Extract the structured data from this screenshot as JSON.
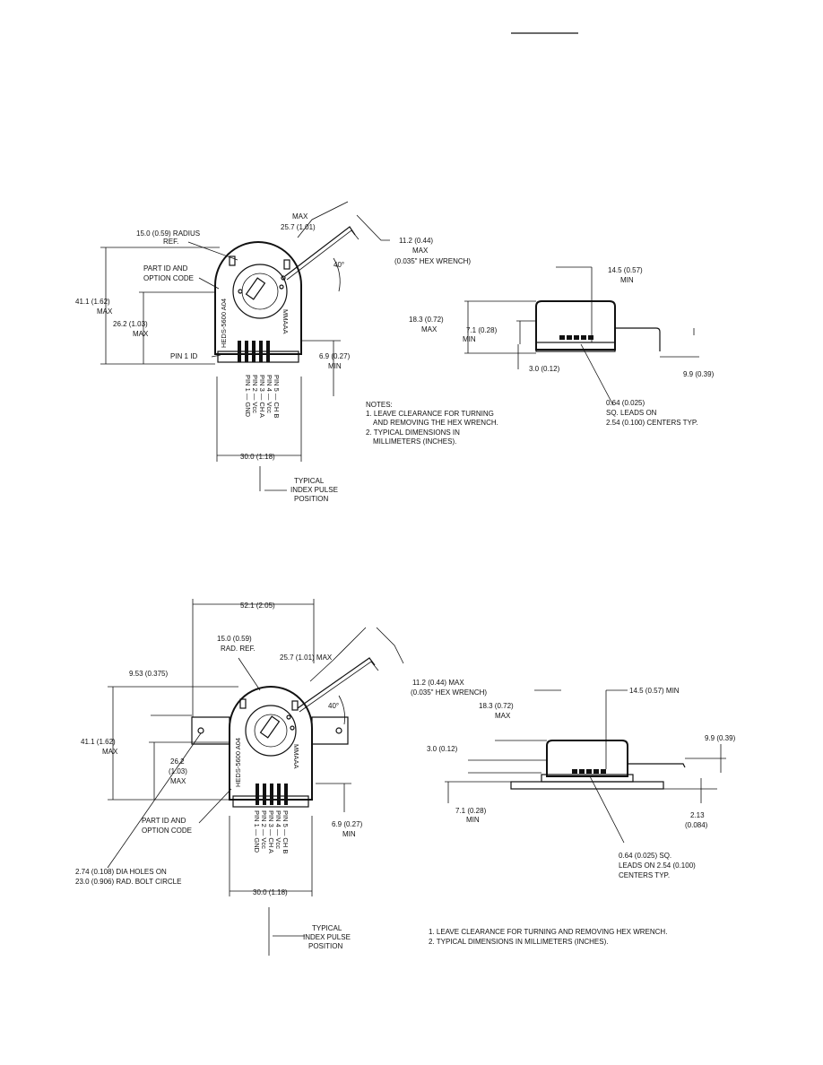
{
  "top": {
    "radius_label": "15.0 (0.59) RADIUS",
    "ref_label": "REF.",
    "part_id_1": "PART ID AND",
    "part_id_2": "OPTION CODE",
    "max_label": "MAX",
    "span_25": "25.7 (1.01)",
    "dim_11_2": "11.2 (0.44)",
    "max_label_2": "MAX",
    "hex_wrench": "(0.035\" HEX WRENCH)",
    "angle": "40°",
    "height_41": "41.1 (1.62)",
    "height_41_max": "MAX",
    "height_26": "26.2 (1.03)",
    "height_26_max": "MAX",
    "pin1_id": "PIN 1 ID",
    "dim_6_9": "6.9 (0.27)",
    "dim_6_9_min": "MIN",
    "body_marking": "HEDS-5600 A04",
    "body_marking_2": "MMAAA",
    "pin_lines": [
      "PIN 5 — CH B",
      "PIN 4 — Vcc",
      "PIN 3 — CH A",
      "PIN 2 — Vcc",
      "PIN 1 — GND"
    ],
    "notes_title": "NOTES:",
    "note_1a": "1. LEAVE CLEARANCE FOR TURNING",
    "note_1b": "AND REMOVING THE HEX WRENCH.",
    "note_2a": "2. TYPICAL DIMENSIONS IN",
    "note_2b": "MILLIMETERS (INCHES).",
    "width_30": "30.0 (1.18)",
    "typical_1": "TYPICAL",
    "typical_2": "INDEX PULSE",
    "typical_3": "POSITION",
    "side_14_5": "14.5 (0.57)",
    "side_14_5_min": "MIN",
    "side_18_3": "18.3 (0.72)",
    "side_18_3_max": "MAX",
    "side_7_1": "7.1 (0.28)",
    "side_7_1_min": "MIN",
    "side_3_0": "3.0 (0.12)",
    "side_9_9": "9.9 (0.39)",
    "leads_1": "0.64 (0.025)",
    "leads_2": "SQ. LEADS ON",
    "leads_3": "2.54 (0.100) CENTERS TYP."
  },
  "bottom": {
    "width_52": "52.1 (2.05)",
    "radius_label": "15.0 (0.59)",
    "rad_ref": "RAD. REF.",
    "span_25": "25.7 (1.01) MAX",
    "dim_11_2": "11.2 (0.44) MAX",
    "hex_wrench": "(0.035\" HEX WRENCH)",
    "dim_9_53": "9.53 (0.375)",
    "angle": "40°",
    "height_41": "41.1 (1.62)",
    "height_41_max": "MAX",
    "height_26": "26.2",
    "height_26_in": "(1.03)",
    "height_26_max": "MAX",
    "body_marking": "HEDS-5600 A04",
    "body_marking_2": "MMAAA",
    "part_id_1": "PART ID AND",
    "part_id_2": "OPTION CODE",
    "pin_lines": [
      "PIN 5 — CH B",
      "PIN 4 — Vcc",
      "PIN 3 — CH A",
      "PIN 2 — Vcc",
      "PIN 1 — GND"
    ],
    "dim_6_9": "6.9 (0.27)",
    "dim_6_9_min": "MIN",
    "holes_1": "2.74 (0.108) DIA HOLES ON",
    "holes_2": "23.0 (0.906) RAD. BOLT CIRCLE",
    "width_30": "30.0 (1.18)",
    "typical_1": "TYPICAL",
    "typical_2": "INDEX PULSE",
    "typical_3": "POSITION",
    "side_14_5": "14.5 (0.57) MIN",
    "side_18_3": "18.3 (0.72)",
    "side_18_3_max": "MAX",
    "side_3_0": "3.0 (0.12)",
    "side_9_9": "9.9 (0.39)",
    "side_7_1": "7.1 (0.28)",
    "side_7_1_min": "MIN",
    "side_2_13": "2.13",
    "side_2_13_in": "(0.084)",
    "leads_1": "0.64 (0.025) SQ.",
    "leads_2": "LEADS ON 2.54 (0.100)",
    "leads_3": "CENTERS TYP.",
    "note_1": "1. LEAVE CLEARANCE FOR TURNING AND REMOVING HEX WRENCH.",
    "note_2": "2. TYPICAL DIMENSIONS IN MILLIMETERS (INCHES)."
  }
}
